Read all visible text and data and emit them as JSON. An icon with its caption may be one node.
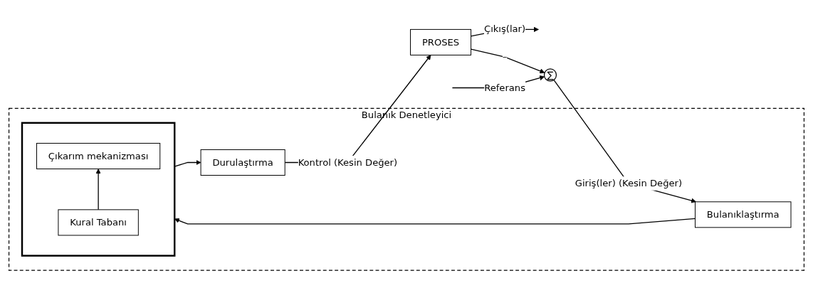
{
  "diagram": {
    "nodes": [
      {
        "text": [
          "∑"
        ]
      },
      {
        "text": [
          "Bulanık Denetleyici"
        ]
      },
      {
        "text": [
          "Bulanıklaştırma"
        ],
        "in": 1
      },
      {
        "text": [],
        "shape": "box",
        "in": 1
      },
      {
        "text": [
          "Çıkarım mekanizması"
        ],
        "in": 3
      },
      {
        "text": [
          "Kural Tabanı"
        ],
        "in": 3
      },
      {
        "text": [
          "Durulaştırma"
        ],
        "in": 1
      },
      {
        "text": [
          "PROSES"
        ]
      }
    ],
    "edges": [
      {
        "from": null,
        "to": 0,
        "arrow": "to",
        "label": "Referans"
      },
      {
        "from": 0,
        "to": 2,
        "arrow": "to",
        "label": "Giriş(ler) (Kesin Değer)"
      },
      {
        "from": 2,
        "to": 3,
        "arrow": "to"
      },
      {
        "from": 5,
        "to": 4,
        "arrow": "to"
      },
      {
        "from": 3,
        "to": 6,
        "arrow": "to"
      },
      {
        "from": 6,
        "to": 7,
        "arrow": "to",
        "label": "Kontrol (Kesin Değer)"
      },
      {
        "from": 7,
        "to": null,
        "arrow": "to",
        "label": "Çıkış(lar)"
      },
      {
        "from": 7,
        "to": 0,
        "arrow": "to",
        "label": "–"
      }
    ]
  }
}
